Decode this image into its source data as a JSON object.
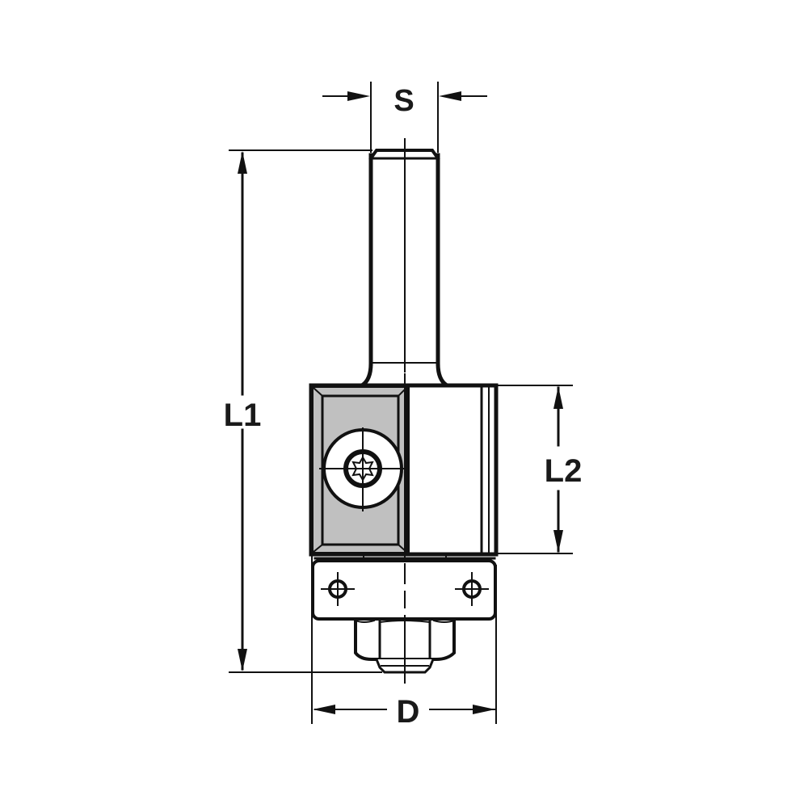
{
  "diagram": {
    "type": "technical-drawing",
    "subject": "router bit with replaceable insert and bearing",
    "colors": {
      "line": "#111111",
      "insert_fill": "#c0c0c0",
      "background": "#ffffff"
    },
    "dimensions": {
      "shank_diameter": {
        "label": "S"
      },
      "overall_length": {
        "label": "L1"
      },
      "cutting_length": {
        "label": "L2"
      },
      "cutting_diameter": {
        "label": "D"
      }
    },
    "parts": [
      {
        "name": "shank"
      },
      {
        "name": "body"
      },
      {
        "name": "cutting-insert"
      },
      {
        "name": "torx-screw"
      },
      {
        "name": "bearing-plate"
      },
      {
        "name": "hex-nut"
      }
    ]
  }
}
